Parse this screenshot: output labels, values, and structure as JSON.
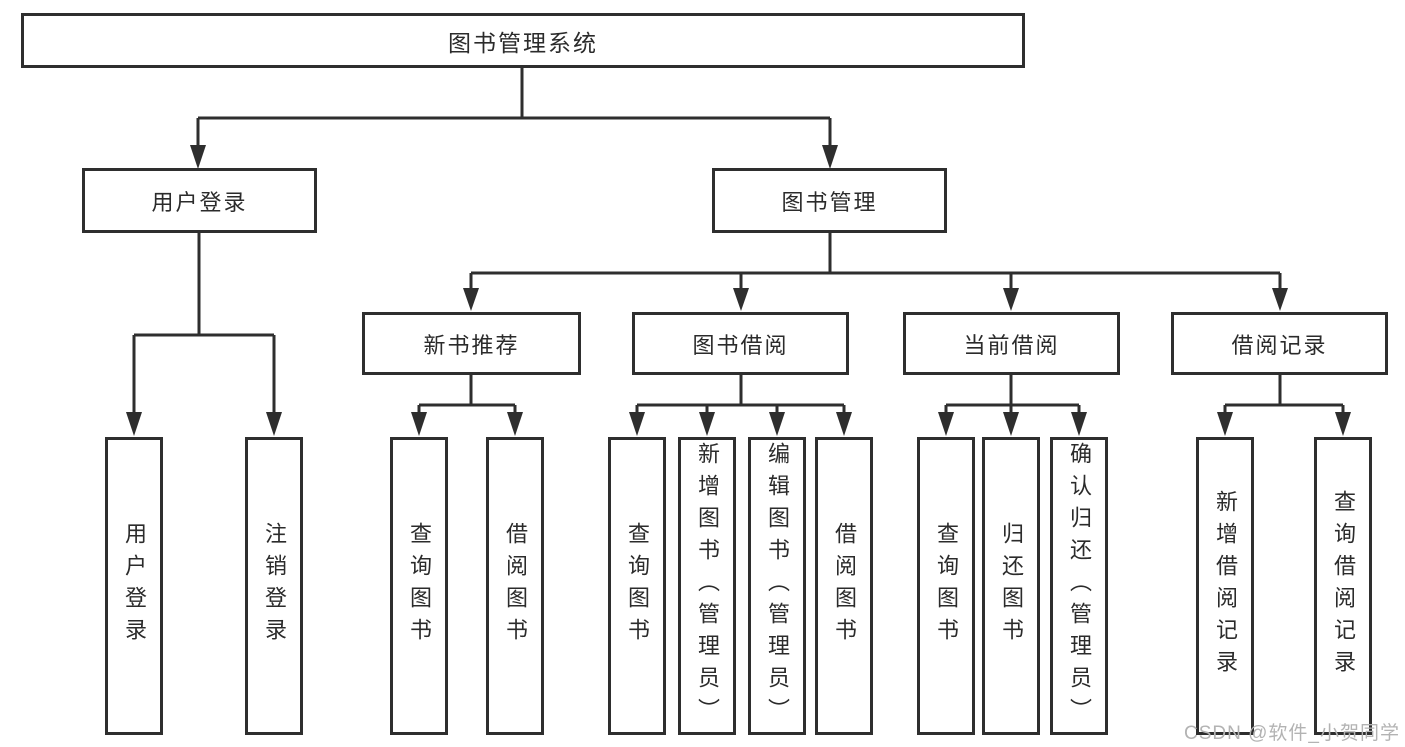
{
  "tree": {
    "root": {
      "label": "图书管理系统",
      "children": [
        {
          "label": "用户登录",
          "children": [
            {
              "label": "用户登录"
            },
            {
              "label": "注销登录"
            }
          ]
        },
        {
          "label": "图书管理",
          "children": [
            {
              "label": "新书推荐",
              "children": [
                {
                  "label": "查询图书"
                },
                {
                  "label": "借阅图书"
                }
              ]
            },
            {
              "label": "图书借阅",
              "children": [
                {
                  "label": "查询图书"
                },
                {
                  "label": "新增图书（管理员）"
                },
                {
                  "label": "编辑图书（管理员）"
                },
                {
                  "label": "借阅图书"
                }
              ]
            },
            {
              "label": "当前借阅",
              "children": [
                {
                  "label": "查询图书"
                },
                {
                  "label": "归还图书"
                },
                {
                  "label": "确认归还（管理员）"
                }
              ]
            },
            {
              "label": "借阅记录",
              "children": [
                {
                  "label": "新增借阅记录"
                },
                {
                  "label": "查询借阅记录"
                }
              ]
            }
          ]
        }
      ]
    }
  },
  "watermark": {
    "text": "CSDN @软件_小贺同学"
  },
  "colors": {
    "line": "#2e2e2e",
    "text": "#2b2b2b",
    "boxbg": "#ffffff",
    "bg": "#ffffff",
    "watermark": "#b3b3b3"
  }
}
